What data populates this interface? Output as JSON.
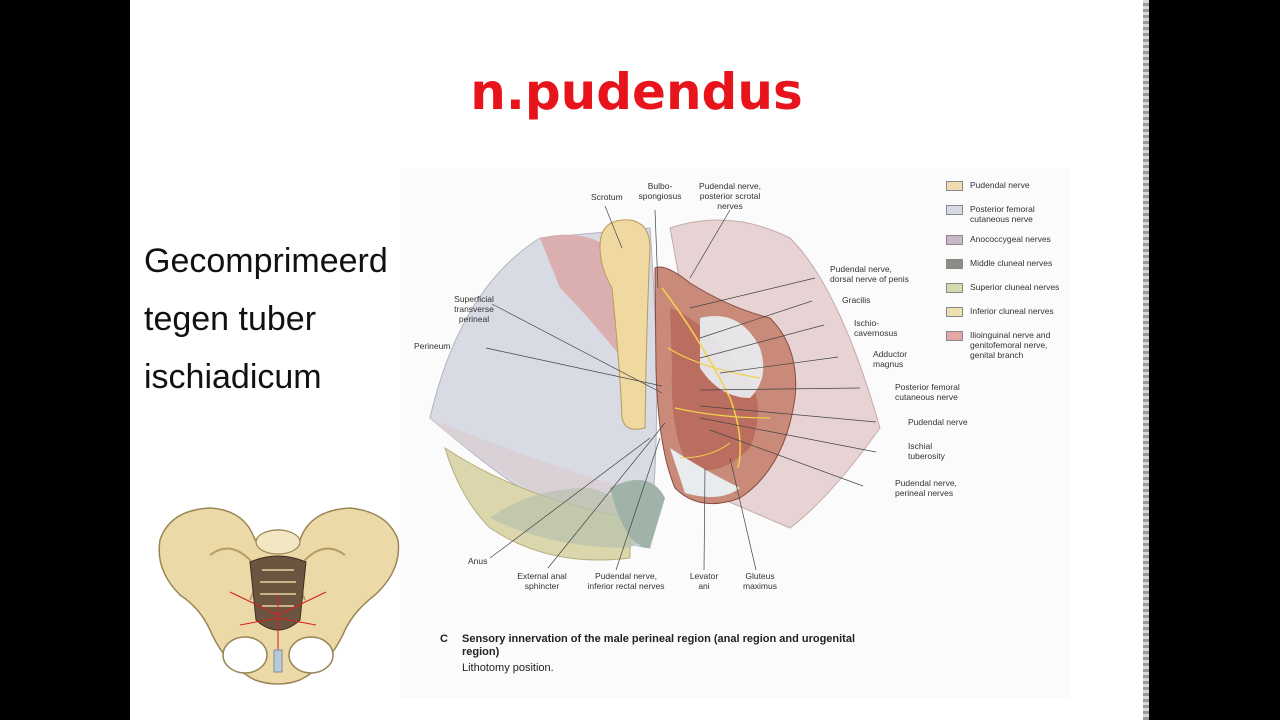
{
  "slide": {
    "title": "n.pudendus",
    "body_lines": [
      "Gecomprimeerd",
      "tegen tuber",
      "ischiadicum"
    ]
  },
  "figure": {
    "labels": {
      "scrotum": "Scrotum",
      "bulbospongiosus": [
        "Bulbo-",
        "spongiosus"
      ],
      "pudendal_scrotal": [
        "Pudendal nerve,",
        "posterior scrotal",
        "nerves"
      ],
      "pudendal_dorsal": [
        "Pudendal nerve,",
        "dorsal nerve of penis"
      ],
      "gracilis": "Gracilis",
      "ischiocavernosus": [
        "Ischio-",
        "cavernosus"
      ],
      "adductor_magnus": [
        "Adductor",
        "magnus"
      ],
      "posterior_femoral": [
        "Posterior femoral",
        "cutaneous nerve"
      ],
      "pudendal_nerve": "Pudendal nerve",
      "ischial_tuberosity": [
        "Ischial",
        "tuberosity"
      ],
      "pudendal_perineal": [
        "Pudendal nerve,",
        "perineal nerves"
      ],
      "superficial_transverse": [
        "Superficial",
        "transverse",
        "perineal"
      ],
      "perineum": "Perineum",
      "anus": "Anus",
      "external_anal": [
        "External anal",
        "sphincter"
      ],
      "pudendal_inferior_rectal": [
        "Pudendal nerve,",
        "inferior rectal nerves"
      ],
      "levator_ani": [
        "Levator",
        "ani"
      ],
      "gluteus_maximus": [
        "Gluteus",
        "maximus"
      ]
    },
    "legend": [
      {
        "label": "Pudendal nerve",
        "color": "#f0dcae"
      },
      {
        "label": "Posterior femoral cutaneous nerve",
        "color": "#d7d9e4"
      },
      {
        "label": "Anococcygeal nerves",
        "color": "#cbb8c4"
      },
      {
        "label": "Middle cluneal nerves",
        "color": "#8a8d86"
      },
      {
        "label": "Superior cluneal nerves",
        "color": "#d6d8ae"
      },
      {
        "label": "Inferior cluneal nerves",
        "color": "#eedfae"
      },
      {
        "label": "Ilioinguinal nerve and genitofemoral nerve, genital branch",
        "color": "#e2a8a4"
      }
    ],
    "caption": {
      "letter": "C",
      "title": "Sensory innervation of the male perineal region (anal region and urogenital region)",
      "subtitle": "Lithotomy position."
    }
  }
}
